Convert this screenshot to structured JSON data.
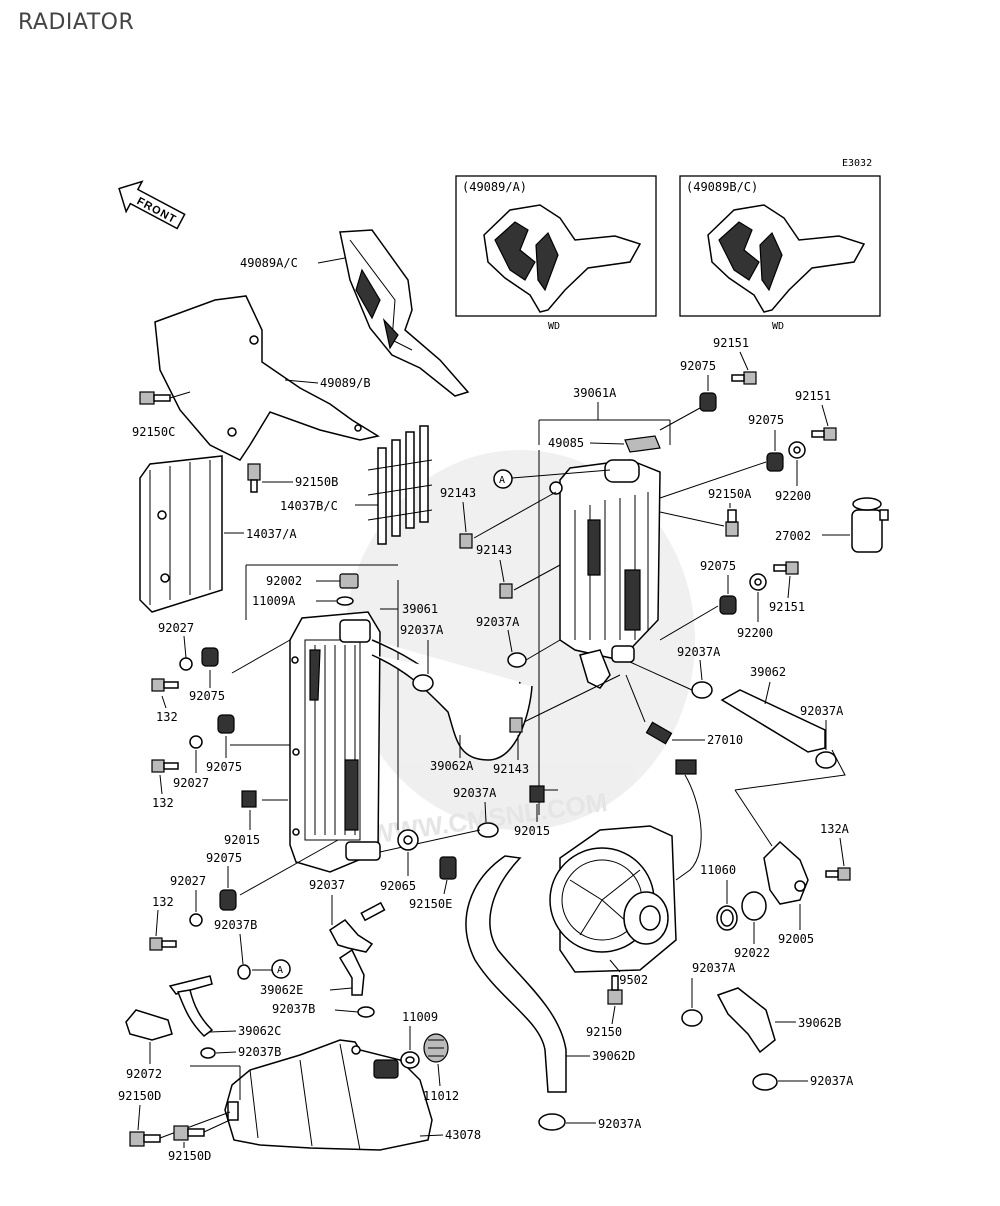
{
  "title": "RADIATOR",
  "diagram_code": "E3032",
  "front_label": "FRONT",
  "inset_left": {
    "title": "(49089/A)",
    "caption": "WD"
  },
  "inset_right": {
    "title": "(49089B/C)",
    "caption": "WD"
  },
  "watermark": "WWW.CMSNL.COM",
  "callout_marker": "A",
  "labels": {
    "p49089ac": "49089A/C",
    "p49089b": "49089/B",
    "p92150c": "92150C",
    "p92150b": "92150B",
    "p14037bc": "14037B/C",
    "p14037a": "14037/A",
    "p92002": "92002",
    "p11009a": "11009A",
    "p39061": "39061",
    "p92027a": "92027",
    "p92075a": "92075",
    "p132a": "132",
    "p92075b": "92075",
    "p132b": "132",
    "p92027b": "92027",
    "p92015a": "92015",
    "p92075c": "92075",
    "p92027c": "92027",
    "p132c": "132",
    "p92037b1": "92037B",
    "p92037a1": "92037A",
    "p39062a": "39062A",
    "p92037a2": "92037A",
    "p92065": "92065",
    "p92150e": "92150E",
    "p92037": "92037",
    "p39062e": "39062E",
    "p92037b2": "92037B",
    "p39062c": "39062C",
    "p92037b3": "92037B",
    "p92072": "92072",
    "p92150d1": "92150D",
    "p92150d2": "92150D",
    "p11009": "11009",
    "p11012": "11012",
    "p43078": "43078",
    "p39061a": "39061A",
    "p49085": "49085",
    "p92143a": "92143",
    "p92143b": "92143",
    "p92037a3": "92037A",
    "p92143c": "92143",
    "p92015b": "92015",
    "p92075d": "92075",
    "p92151a": "92151",
    "p92075e": "92075",
    "p92151b": "92151",
    "p92150a": "92150A",
    "p92200a": "92200",
    "p27002": "27002",
    "p92075f": "92075",
    "p92151c": "92151",
    "p92200b": "92200",
    "p92037a4": "92037A",
    "p39062": "39062",
    "p92037a5": "92037A",
    "p27010": "27010",
    "p132a_r": "132A",
    "p11060": "11060",
    "p92022": "92022",
    "p92005": "92005",
    "p59502": "59502",
    "p92037a6": "92037A",
    "p92150": "92150",
    "p39062b": "39062B",
    "p39062d": "39062D",
    "p92037a7": "92037A",
    "p92037a8": "92037A"
  }
}
